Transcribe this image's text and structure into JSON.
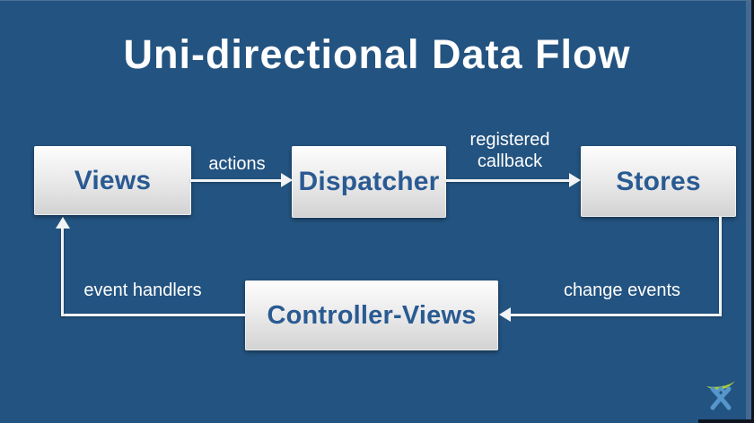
{
  "title": "Uni-directional Data Flow",
  "colors": {
    "background": "#235380",
    "box_text": "#2a5a92",
    "box_gradient_top": "#fdfdfd",
    "box_gradient_bottom": "#d2d2d2",
    "edge_label_text": "#ffffff",
    "arrow": "#f2f3f4",
    "logo_green": "#a6c83d",
    "logo_blue": "#5596cb"
  },
  "nodes": [
    {
      "id": "views",
      "label": "Views"
    },
    {
      "id": "dispatcher",
      "label": "Dispatcher"
    },
    {
      "id": "stores",
      "label": "Stores"
    },
    {
      "id": "controller-views",
      "label": "Controller-Views"
    }
  ],
  "edges": [
    {
      "from": "views",
      "to": "dispatcher",
      "label": "actions"
    },
    {
      "from": "dispatcher",
      "to": "stores",
      "label": "registered callback"
    },
    {
      "from": "stores",
      "to": "controller-views",
      "label": "change events"
    },
    {
      "from": "controller-views",
      "to": "views",
      "label": "event handlers"
    }
  ],
  "logo": {
    "name": "atlassian-logo"
  }
}
